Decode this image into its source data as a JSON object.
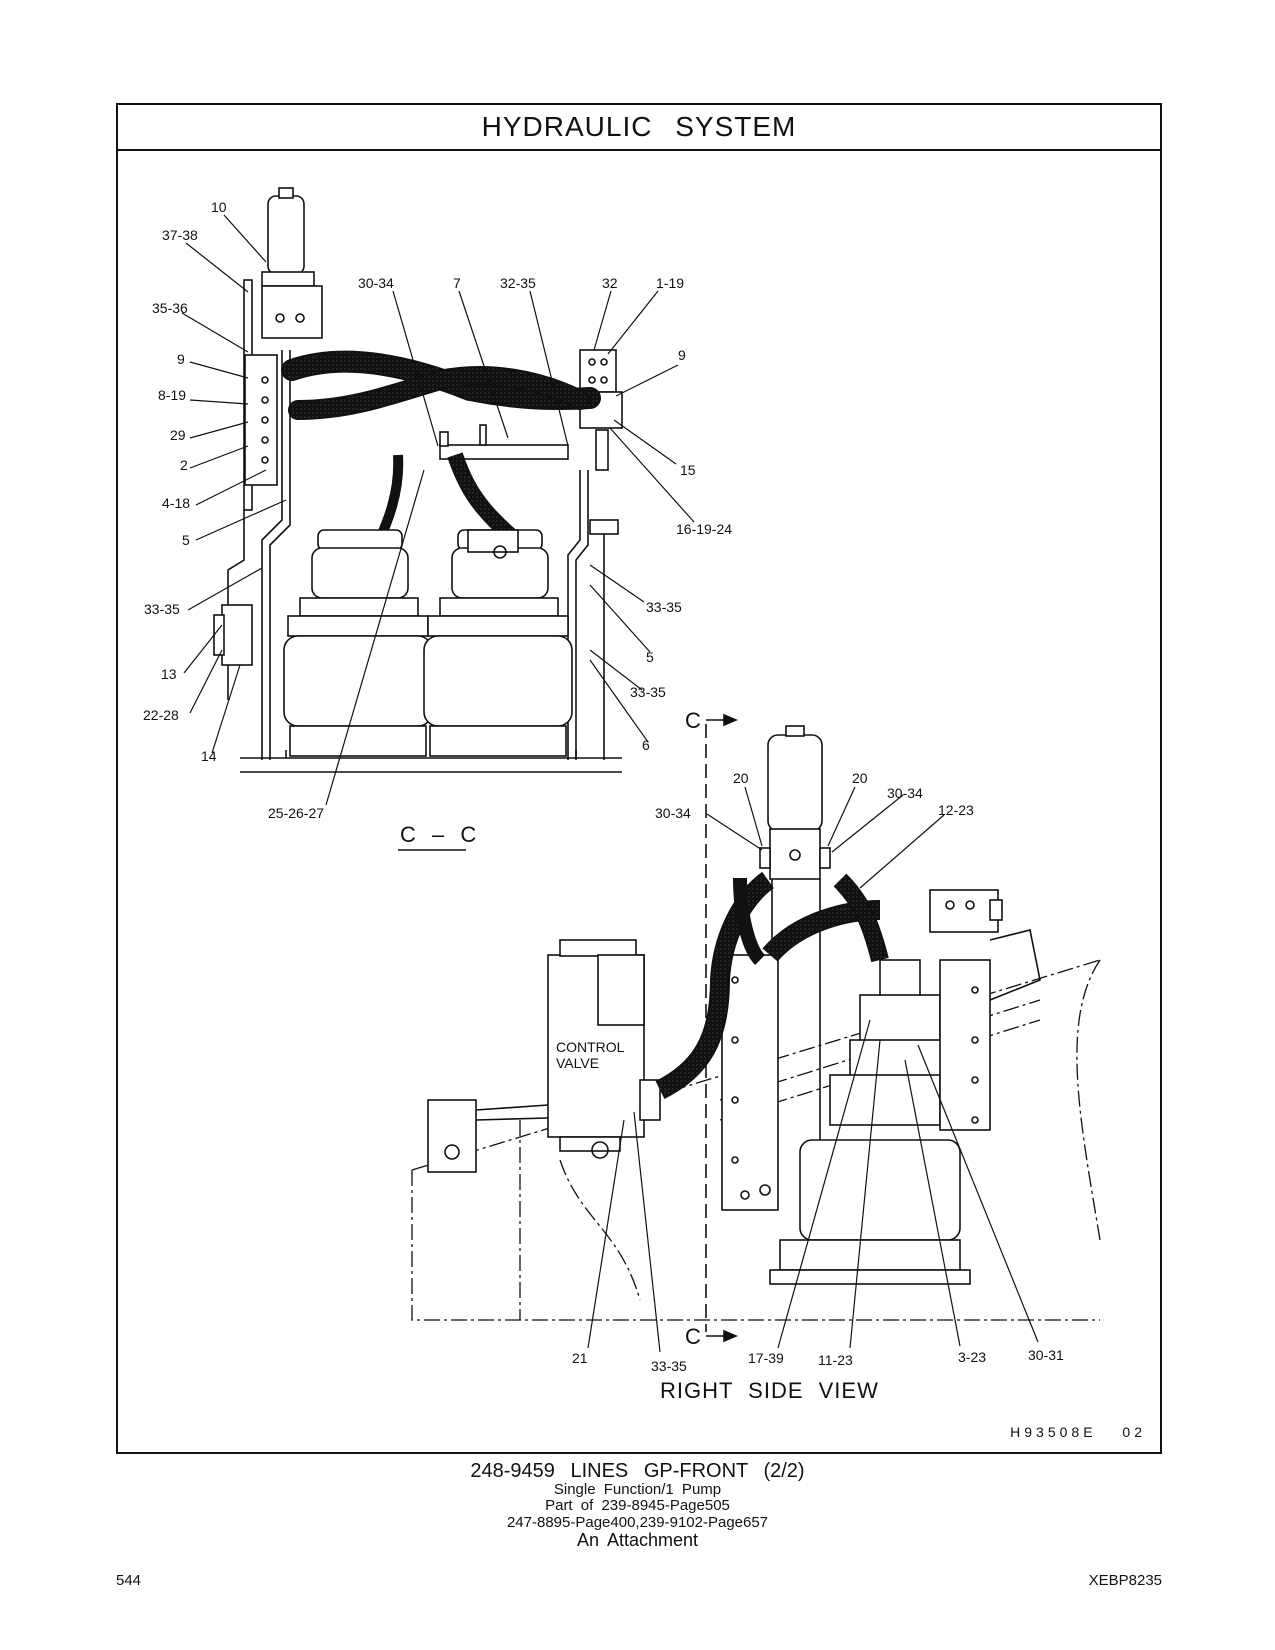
{
  "header": {
    "title": "HYDRAULIC   SYSTEM"
  },
  "views": {
    "section_label": "C – C",
    "side_view_label": "RIGHT  SIDE  VIEW",
    "section_marker": "C",
    "control_valve": [
      "CONTROL",
      "VALVE"
    ]
  },
  "drawing_number": "H93508E   02",
  "caption": {
    "main": "248-9459   LINES  GP-FRONT (2/2)",
    "line1": "Single  Function/1  Pump",
    "line2": "Part of 239-8945-Page505",
    "line3": "247-8895-Page400,239-9102-Page657",
    "line4": "An Attachment"
  },
  "footer": {
    "page_number": "544",
    "document_code": "XEBP8235"
  },
  "callouts_section_view": [
    "10",
    "37-38",
    "30-34",
    "7",
    "32-35",
    "32",
    "1-19",
    "35-36",
    "9",
    "9",
    "8-19",
    "29",
    "2",
    "4-18",
    "5",
    "15",
    "16-19-24",
    "33-35",
    "33-35",
    "5",
    "13",
    "22-28",
    "33-35",
    "14",
    "6",
    "25-26-27"
  ],
  "callouts_side_view": [
    "20",
    "20",
    "30-34",
    "30-34",
    "12-23",
    "21",
    "33-35",
    "17-39",
    "11-23",
    "3-23",
    "30-31"
  ]
}
